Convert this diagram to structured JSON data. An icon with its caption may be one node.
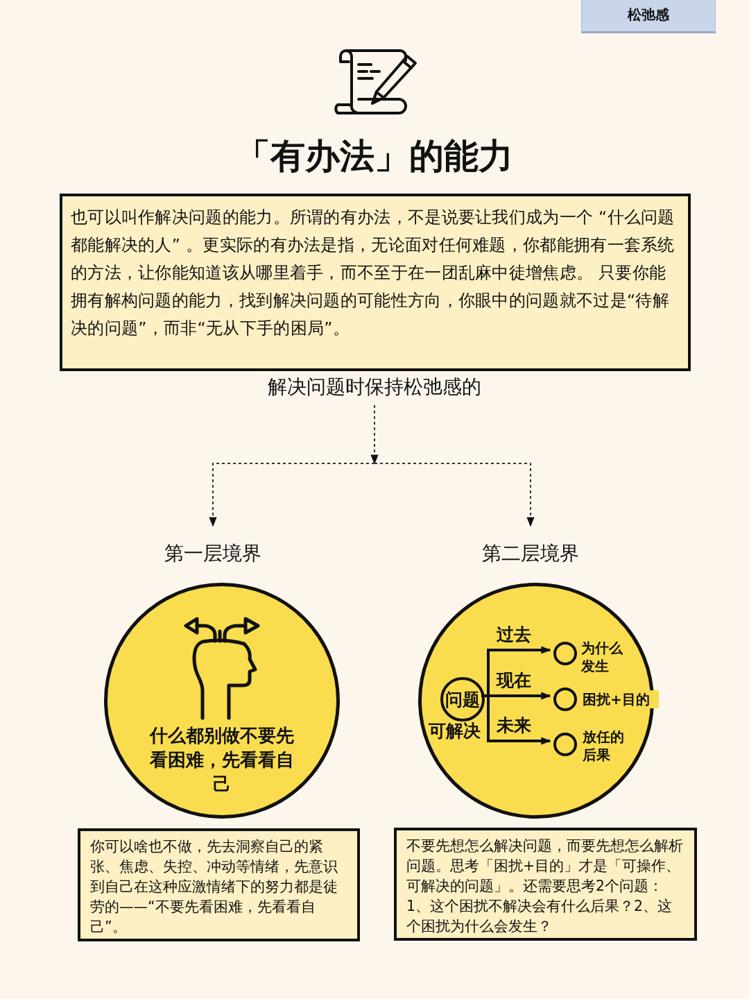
{
  "diagram": {
    "title": "「有办法」的能力",
    "nodes": [
      {
        "text": [
          "松弛感"
        ]
      },
      {
        "text": [
          "也可以叫作解决问题的能力。所谓的有办法，不是说要让我们成为一个 “什么问题都能解决的人” 。更实际的有办法是指，无论面对任何难题，你都能拥有一套系统的方法，让你能知道该从哪里着手，而不至于在一团乱麻中徒增焦虑。 只要你能拥有解构问题的能力，找到解决问题的可能性方向，你眼中的问题就不过是“待解决的问题”，而非“无从下手的困局”。"
        ]
      },
      {
        "text": [
          "解决问题时保持松弛感的"
        ]
      },
      {
        "text": [
          "第一层境界"
        ]
      },
      {
        "text": [
          "第二层境界"
        ]
      },
      {
        "text": [
          "什么都别做不要先看困难，先看看自己"
        ]
      },
      {
        "text": [],
        "shape": "circle"
      },
      {
        "text": [
          "问题"
        ],
        "in": 6,
        "beside": [
          "可解决"
        ]
      },
      {
        "text": [],
        "shape": "circle",
        "in": 6,
        "beside": [
          "为什么发生"
        ]
      },
      {
        "text": [],
        "shape": "circle",
        "in": 6,
        "beside": [
          "困扰+目的"
        ]
      },
      {
        "text": [],
        "shape": "circle",
        "in": 6,
        "beside": [
          "放任的后果"
        ]
      },
      {
        "text": [
          "你可以啥也不做，先去洞察自己的紧张、焦虑、失控、冲动等情绪，先意识到自己在这种应激情绪下的努力都是徒劳的——“不要先看困难，先看看自己”。"
        ]
      },
      {
        "text": [
          "不要先想怎么解决问题，而要先想怎么解析问题。思考「困扰+目的」才是「可操作、可解决的问题」。还需要思考2个问题：1、这个困扰不解决会有什么后果？2、这个困扰为什么会发生？"
        ]
      }
    ],
    "edges": [
      {
        "from": 2,
        "to": 3,
        "arrow": "to",
        "style": "dashed"
      },
      {
        "from": 2,
        "to": 4,
        "arrow": "to",
        "style": "dashed"
      },
      {
        "from": 7,
        "to": 8,
        "arrow": "to",
        "label": "过去"
      },
      {
        "from": 7,
        "to": 9,
        "arrow": "to",
        "label": "现在"
      },
      {
        "from": 7,
        "to": 10,
        "arrow": "to",
        "label": "未来"
      }
    ]
  }
}
